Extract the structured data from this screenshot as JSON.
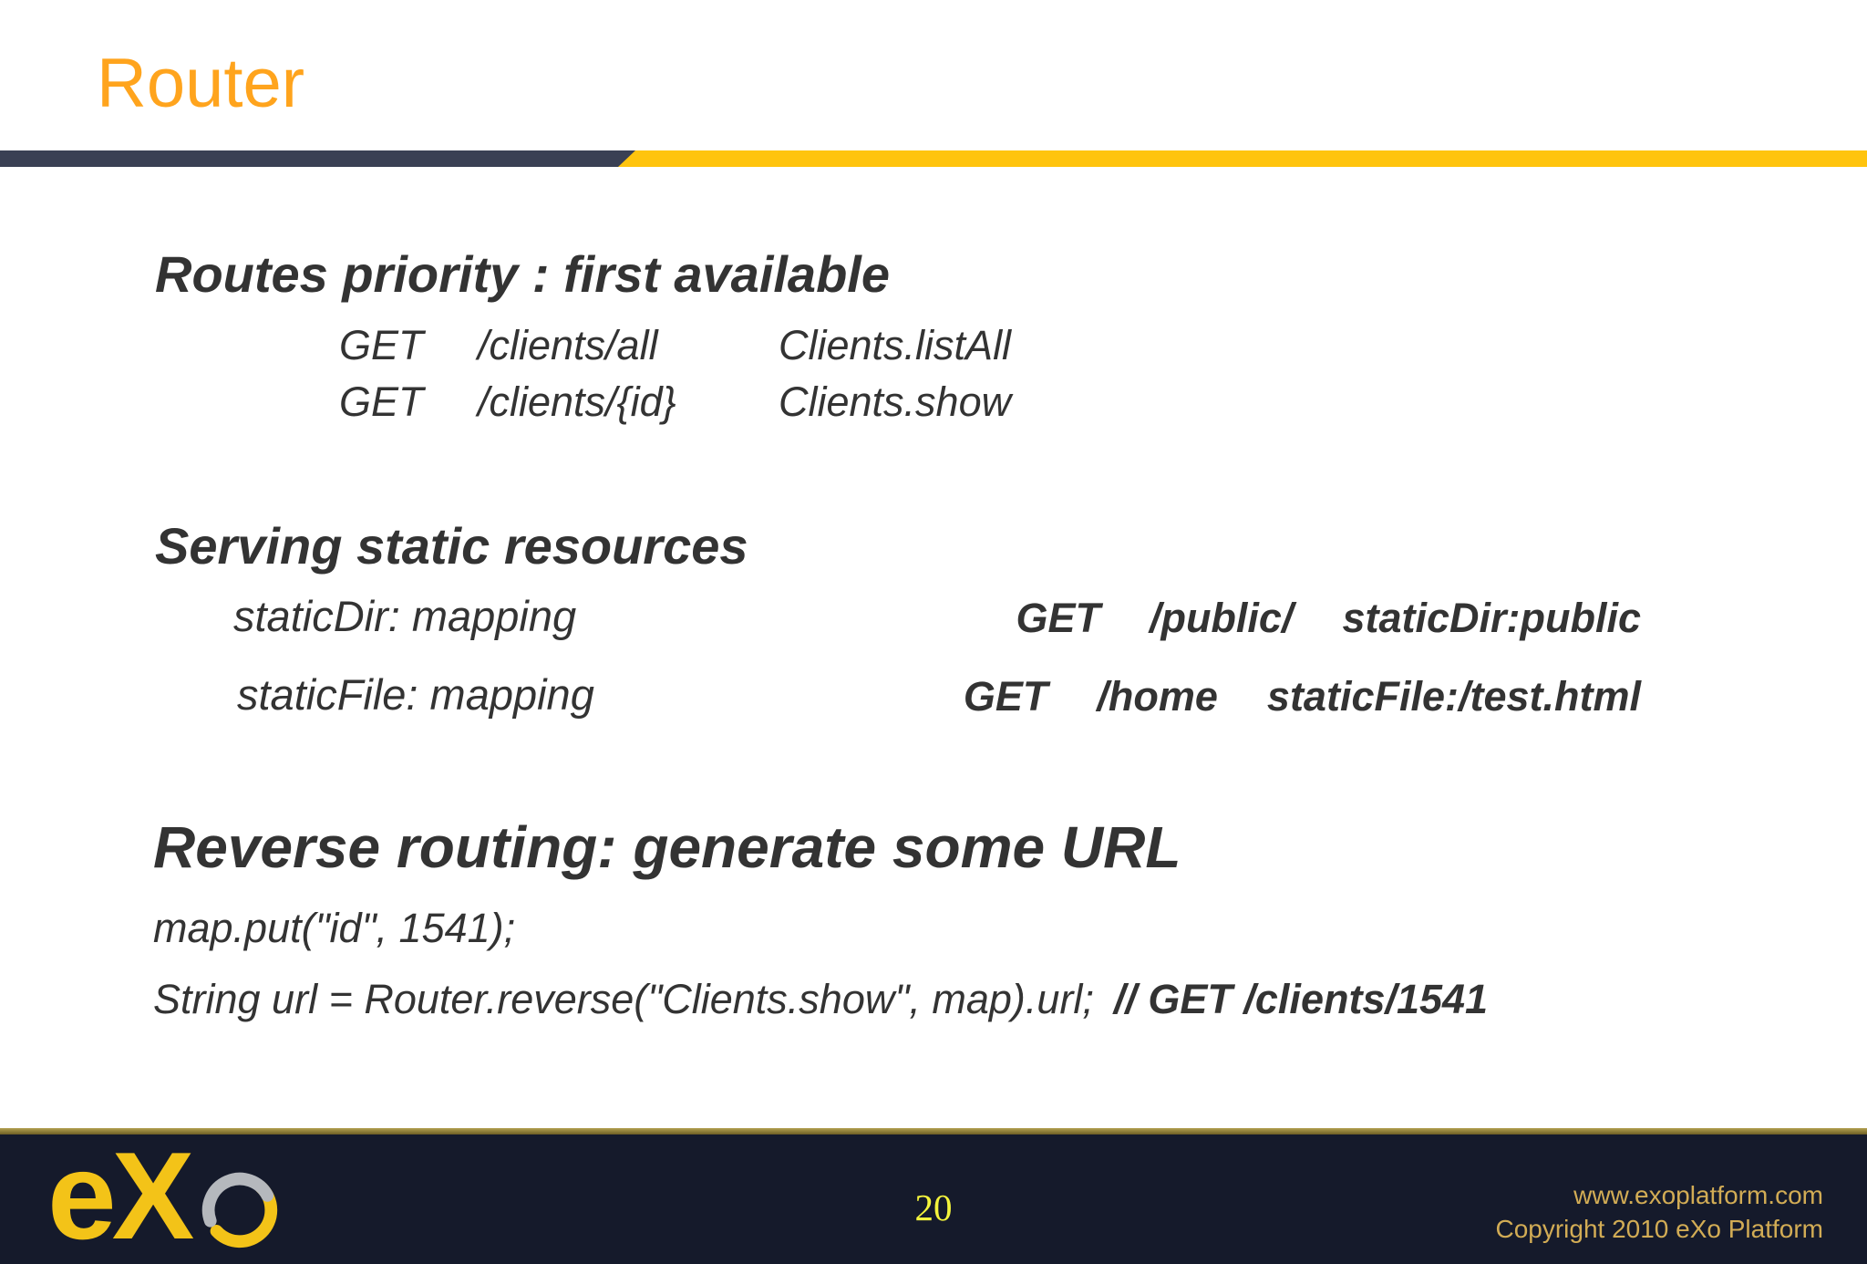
{
  "slide": {
    "title": "Router",
    "page_number": "20"
  },
  "colors": {
    "title_orange": "#FFA41D",
    "divider_dark_navy": "#3A4054",
    "divider_yellow": "#FFC40E",
    "body_text": "#333333",
    "footer_background": "#151A2B",
    "footer_gold_line": "#8E7D38",
    "footer_text_gold": "#D2AC55",
    "page_number_yellow": "#F4F43C",
    "logo_yellow": "#F3C318",
    "logo_gray": "#B5B8BD"
  },
  "sections": {
    "routes_priority": {
      "heading": "Routes priority : first available",
      "rows": [
        {
          "method": "GET",
          "path": "/clients/all",
          "action": "Clients.listAll"
        },
        {
          "method": "GET",
          "path": "/clients/{id}",
          "action": "Clients.show"
        }
      ]
    },
    "static_resources": {
      "heading": "Serving static resources",
      "rows": [
        {
          "label": "staticDir: mapping",
          "method": "GET",
          "path": "/public/",
          "target": "staticDir:public"
        },
        {
          "label": "staticFile: mapping",
          "method": "GET",
          "path": "/home",
          "target": "staticFile:/test.html"
        }
      ]
    },
    "reverse_routing": {
      "heading": "Reverse routing: generate some URL",
      "code_line_1": "map.put(\"id\", 1541);",
      "code_line_2": "String url = Router.reverse(\"Clients.show\", map).url;",
      "code_line_2_comment": "// GET /clients/1541"
    }
  },
  "footer": {
    "logo_e": "e",
    "logo_x": "X",
    "logo_name": "eXo",
    "website": "www.exoplatform.com",
    "copyright": "Copyright 2010 eXo Platform"
  }
}
